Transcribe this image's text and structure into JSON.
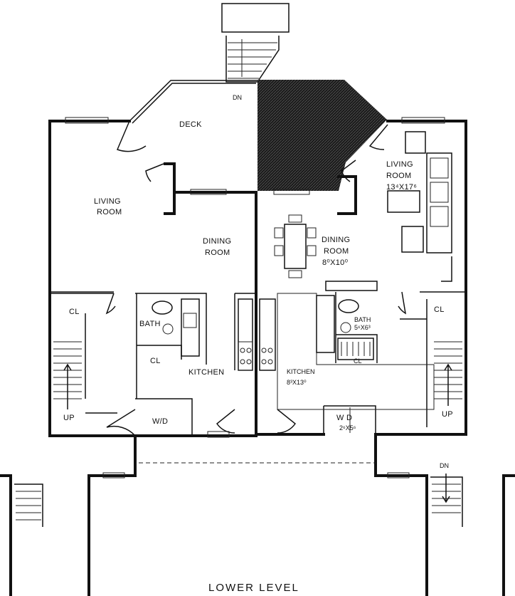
{
  "plan": {
    "title": "LOWER LEVEL",
    "rooms": {
      "deck": "DECK",
      "deck_stair_dn": "DN",
      "left_living_1": "LIVING",
      "left_living_2": "ROOM",
      "left_dining_1": "DINING",
      "left_dining_2": "ROOM",
      "left_bath": "BATH",
      "left_cl_top": "CL",
      "left_cl_kitchen": "CL",
      "left_kitchen": "KITCHEN",
      "left_wd": "W/D",
      "left_up": "UP",
      "right_living_1": "LIVING",
      "right_living_2": "ROOM",
      "right_living_dim": "13⁴X17⁶",
      "right_dining_1": "DINING",
      "right_dining_2": "ROOM",
      "right_dining_dim": "8⁰X10⁰",
      "right_bath_1": "BATH",
      "right_bath_2": "5⁶X6³",
      "right_cl_top": "CL",
      "right_cl_kitchen": "CL",
      "right_kitchen_1": "KITCHEN",
      "right_kitchen_2": "8³X13⁰",
      "right_wd": "W    D",
      "right_wd_dim": "2⁶X5⁶",
      "right_up": "UP",
      "right_stair_dn": "DN"
    }
  }
}
